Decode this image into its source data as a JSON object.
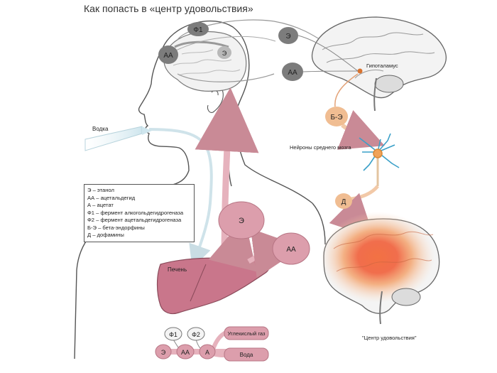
{
  "title": "Как попасть в «центр удовольствия»",
  "labels": {
    "vodka": "Водка",
    "liver": "Печень",
    "hypothalamus": "Гипоталамус",
    "midbrain_neurons": "Нейроны среднего мозга",
    "pleasure_center": "\"Центр удовольствия\"",
    "co2": "Углекислый газ",
    "water": "Вода"
  },
  "nodes": {
    "f1_head": "Ф1",
    "aa_head": "АА",
    "e_head": "Э",
    "e_right": "Э",
    "aa_right": "АА",
    "be": "Б-Э",
    "d": "Д",
    "e_body": "Э",
    "aa_body": "АА",
    "f1_chain": "Ф1",
    "f2_chain": "Ф2",
    "e_chain": "Э",
    "aa_chain": "АА",
    "a_chain": "А"
  },
  "legend": [
    "Э – этанол",
    "АА – ацетальдегид",
    "А – ацетат",
    "Ф1 – фермент алкогольдегидрогеназа",
    "Ф2 – фермент ацетальдегидрогеназа",
    "Б-Э – бета-эндорфины",
    "Д – дофамины"
  ]
}
